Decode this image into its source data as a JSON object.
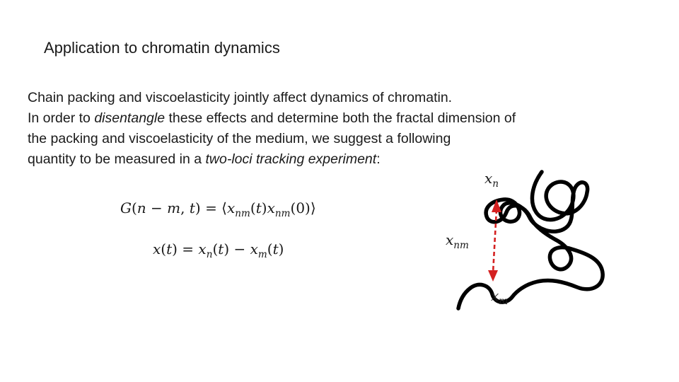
{
  "slide": {
    "title": "Application to chromatin dynamics",
    "body": {
      "line1": "Chain packing and viscoelasticity jointly affect dynamics of chromatin.",
      "line2_pre": "In order to ",
      "line2_em": "disentangle",
      "line2_post": " these effects and determine both the fractal dimension of",
      "line3": "the packing and viscoelasticity of the medium, we suggest a following",
      "line4_pre": "quantity to be measured in a ",
      "line4_em": "two-loci tracking experiment",
      "line4_post": ":"
    },
    "equations": {
      "eq1_text": "G(n − m, t) = ⟨x_nm(t) x_nm(0)⟩",
      "eq2_text": "x(t) = x_n(t) − x_m(t)"
    },
    "figure": {
      "label_n": {
        "base": "x",
        "sub": "n"
      },
      "label_nm": {
        "base": "x",
        "sub": "nm"
      },
      "label_m": {
        "base": "x",
        "sub": "m"
      },
      "chain_color": "#000000",
      "arrow_color": "#d42020"
    }
  }
}
